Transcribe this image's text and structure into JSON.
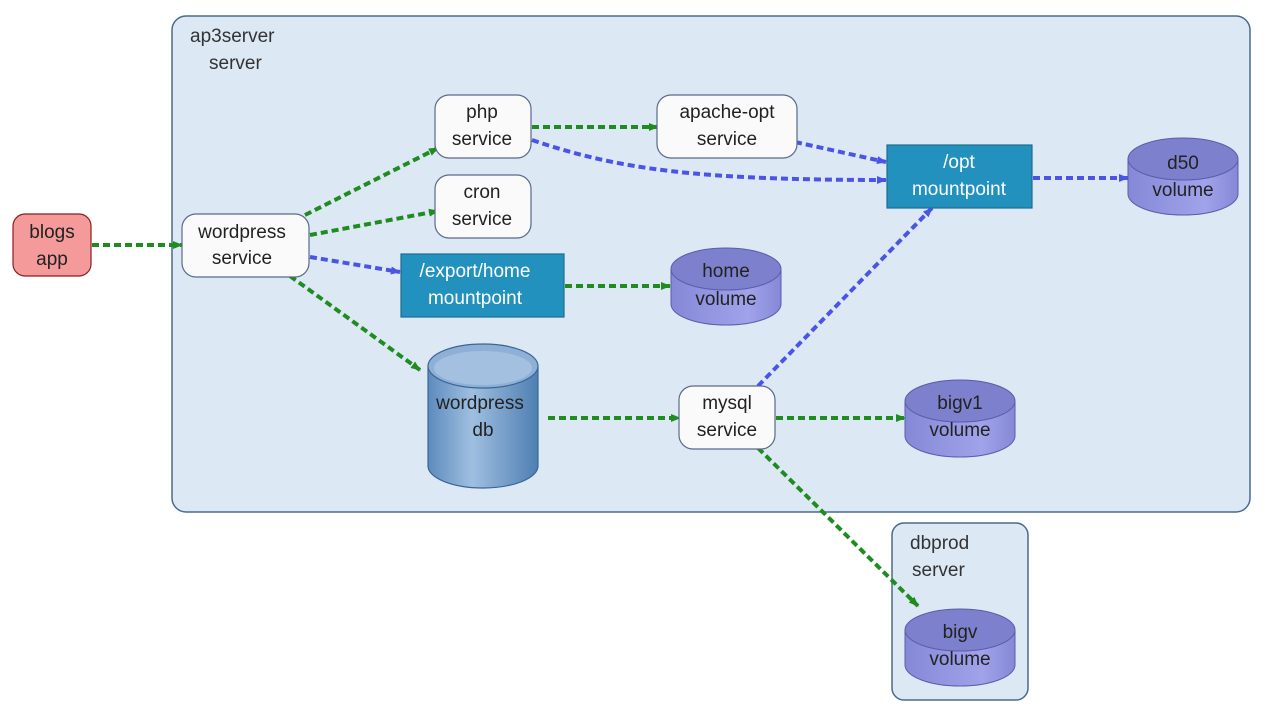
{
  "colors": {
    "green_edge": "#1e8c1e",
    "blue_edge": "#4a55e8",
    "cluster_fill": "#dde8f5",
    "cluster_stroke": "#4a6a8a",
    "app_fill": "#f59a9a",
    "service_fill": "#fafafa",
    "mountpoint_fill": "#2391bd",
    "volume_fill": "#8c8fdb",
    "db_fill": "#7aa3cf"
  },
  "clusters": [
    {
      "id": "ap3server",
      "line1": "ap3server",
      "line2": "server"
    },
    {
      "id": "dbprod",
      "line1": "dbprod",
      "line2": "server"
    }
  ],
  "nodes": {
    "blogs": {
      "line1": "blogs",
      "line2": "app",
      "kind": "app"
    },
    "wordpress": {
      "line1": "wordpress",
      "line2": "service",
      "kind": "service"
    },
    "php": {
      "line1": "php",
      "line2": "service",
      "kind": "service"
    },
    "cron": {
      "line1": "cron",
      "line2": "service",
      "kind": "service"
    },
    "apache": {
      "line1": "apache-opt",
      "line2": "service",
      "kind": "service"
    },
    "export": {
      "line1": "/export/home",
      "line2": "mountpoint",
      "kind": "mountpoint"
    },
    "opt": {
      "line1": "/opt",
      "line2": "mountpoint",
      "kind": "mountpoint"
    },
    "home": {
      "line1": "home",
      "line2": "volume",
      "kind": "volume"
    },
    "d50": {
      "line1": "d50",
      "line2": "volume",
      "kind": "volume"
    },
    "wpdb": {
      "line1": "wordpress",
      "line2": "db",
      "kind": "db"
    },
    "mysql": {
      "line1": "mysql",
      "line2": "service",
      "kind": "service"
    },
    "bigv1": {
      "line1": "bigv1",
      "line2": "volume",
      "kind": "volume"
    },
    "bigv": {
      "line1": "bigv",
      "line2": "volume",
      "kind": "volume"
    }
  },
  "edges": [
    {
      "from": "blogs",
      "to": "wordpress",
      "type": "green"
    },
    {
      "from": "wordpress",
      "to": "php",
      "type": "green"
    },
    {
      "from": "wordpress",
      "to": "cron",
      "type": "green"
    },
    {
      "from": "wordpress",
      "to": "export",
      "type": "blue"
    },
    {
      "from": "wordpress",
      "to": "wpdb",
      "type": "green"
    },
    {
      "from": "php",
      "to": "apache",
      "type": "green"
    },
    {
      "from": "php",
      "to": "opt",
      "type": "blue"
    },
    {
      "from": "apache",
      "to": "opt",
      "type": "blue"
    },
    {
      "from": "opt",
      "to": "d50",
      "type": "blue"
    },
    {
      "from": "export",
      "to": "home",
      "type": "green"
    },
    {
      "from": "wpdb",
      "to": "mysql",
      "type": "green"
    },
    {
      "from": "mysql",
      "to": "opt",
      "type": "blue"
    },
    {
      "from": "mysql",
      "to": "bigv1",
      "type": "green"
    },
    {
      "from": "mysql",
      "to": "bigv",
      "type": "green"
    }
  ]
}
